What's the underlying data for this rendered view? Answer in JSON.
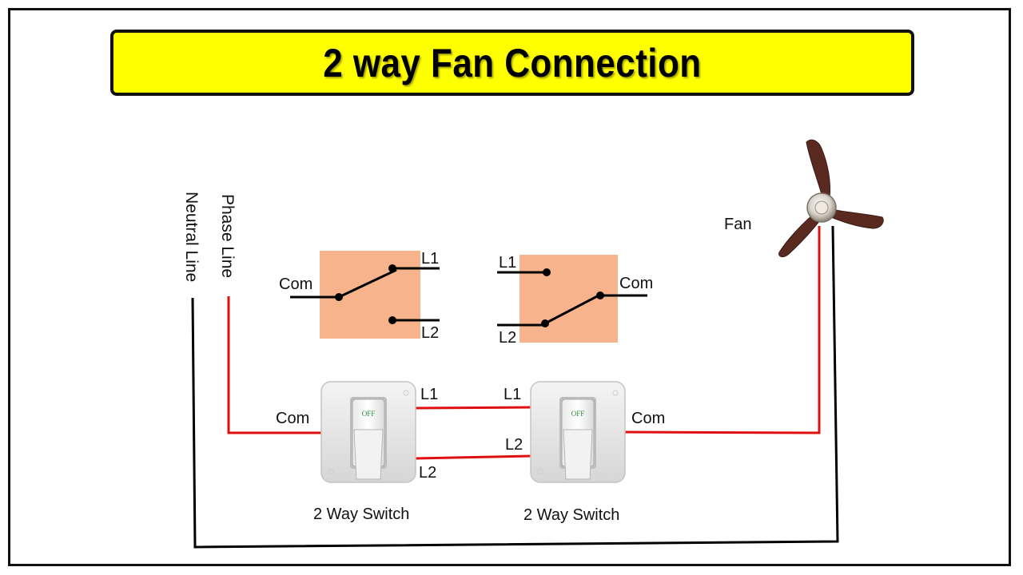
{
  "title": "2 way Fan Connection",
  "colors": {
    "banner": "#ffff00",
    "phase_wire": "#e01010",
    "neutral_wire": "#000000",
    "switch_plate": "#f7b48c",
    "fan_blade": "#5a2a20"
  },
  "lines": {
    "neutral": "Neutral Line",
    "phase": "Phase Line"
  },
  "schematic_left": {
    "com": "Com",
    "l1": "L1",
    "l2": "L2"
  },
  "schematic_right": {
    "com": "Com",
    "l1": "L1",
    "l2": "L2"
  },
  "switch_left": {
    "com": "Com",
    "l1": "L1",
    "l2": "L2",
    "rocker_text": "OFF",
    "caption": "2 Way Switch"
  },
  "switch_right": {
    "com": "Com",
    "l1": "L1",
    "l2": "L2",
    "rocker_text": "OFF",
    "caption": "2 Way Switch"
  },
  "fan": {
    "label": "Fan",
    "icon": "ceiling-fan-icon"
  }
}
